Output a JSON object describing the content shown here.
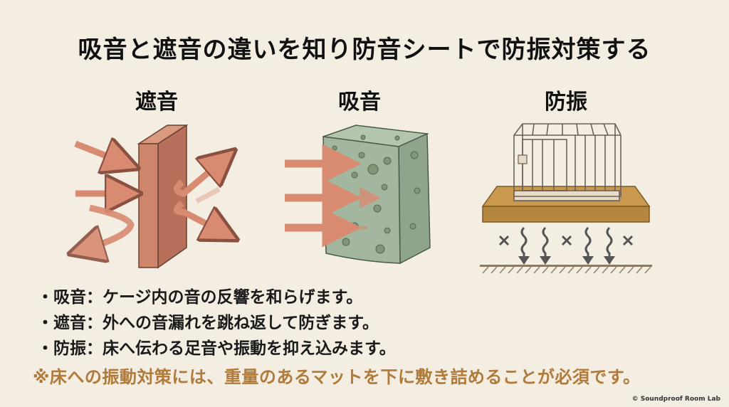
{
  "title": "吸音と遮音の違いを知り防音シートで防振対策する",
  "panels": [
    {
      "label": "遮音",
      "icon": "wall-reflecting-sound-icon"
    },
    {
      "label": "吸音",
      "icon": "sponge-absorbing-sound-icon"
    },
    {
      "label": "防振",
      "icon": "cage-on-mat-vibration-icon"
    }
  ],
  "bullets": [
    {
      "marker": "・",
      "term": "吸音",
      "sep": "：",
      "text": "ケージ内の音の反響を和らげます。"
    },
    {
      "marker": "・",
      "term": "遮音",
      "sep": "：",
      "text": "外への音漏れを跳ね返して防ぎます。"
    },
    {
      "marker": "・",
      "term": "防振",
      "sep": "：",
      "text": "床へ伝わる足音や振動を抑え込みます。"
    }
  ],
  "note": "※床への振動対策には、重量のあるマットを下に敷き詰めることが必須です。",
  "credit": "© Soundproof Room Lab",
  "colors": {
    "background": "#f3ede2",
    "arrow": "#d98b72",
    "wall": "#c9826a",
    "sponge": "#9fb39a",
    "mat": "#c99a4e",
    "note": "#b07a3a"
  }
}
